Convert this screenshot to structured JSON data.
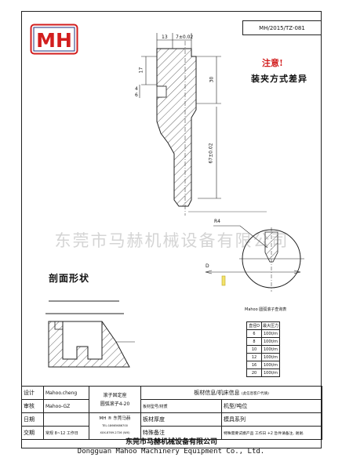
{
  "header": {
    "logo_text": "MH",
    "doc_number": "MH/2015/TZ-081"
  },
  "notice": {
    "title": "注意!",
    "body": "装夹方式差异"
  },
  "drawing": {
    "dims": {
      "d13": "13",
      "d7": "7±0.02",
      "d17": "17",
      "d30": "30",
      "d4": "4",
      "d6": "6",
      "d67": "67±0.02",
      "r4": "R4",
      "dD": "D"
    },
    "section_label": "剖面形状"
  },
  "watermark": "东莞市马赫机械设备有限公司",
  "spec": {
    "title": "Mahoo  圆弧滚子查询表",
    "headers": [
      "直径D",
      "最大压力"
    ],
    "rows": [
      [
        "6",
        "100t/m"
      ],
      [
        "8",
        "100t/m"
      ],
      [
        "10",
        "100t/m"
      ],
      [
        "12",
        "100t/m"
      ],
      [
        "16",
        "100t/m"
      ],
      [
        "20",
        "100t/m"
      ]
    ]
  },
  "title_block": {
    "design_label": "设计",
    "design_value": "Mahoo.cheng",
    "review_label": "审核",
    "review_value": "Mahoo-GZ",
    "date_label": "日期",
    "delivery_label": "交期",
    "delivery_value": "常规 8~12 工作日",
    "product_name": "滚子固定座",
    "product_spec": "圆弧滚子4-20",
    "brand": "MH ® 东莞马赫",
    "tel": "TEL:18665686700",
    "tel2": "XXX-8769-2726 (WX)",
    "material_info": "板材信息/机床信息",
    "material_hint": "(此信息客户代填)",
    "plate_model": "板材型号/材质",
    "plate_thickness": "板材厚度",
    "machine_model": "机型/吨位",
    "mold_series": "模具系列",
    "special_label": "特殊备注",
    "special_value": "特殊需要试模产品 工作日 +2 急件请备注, 谢谢."
  },
  "footer": {
    "company_cn": "东莞市马赫机械设备有限公司",
    "company_en": "Dongguan Mahoo Machinery Equipment Co., Ltd."
  },
  "colors": {
    "logo_red": "#d21e1e",
    "logo_blue": "#1f2f7a",
    "line": "#222222"
  }
}
